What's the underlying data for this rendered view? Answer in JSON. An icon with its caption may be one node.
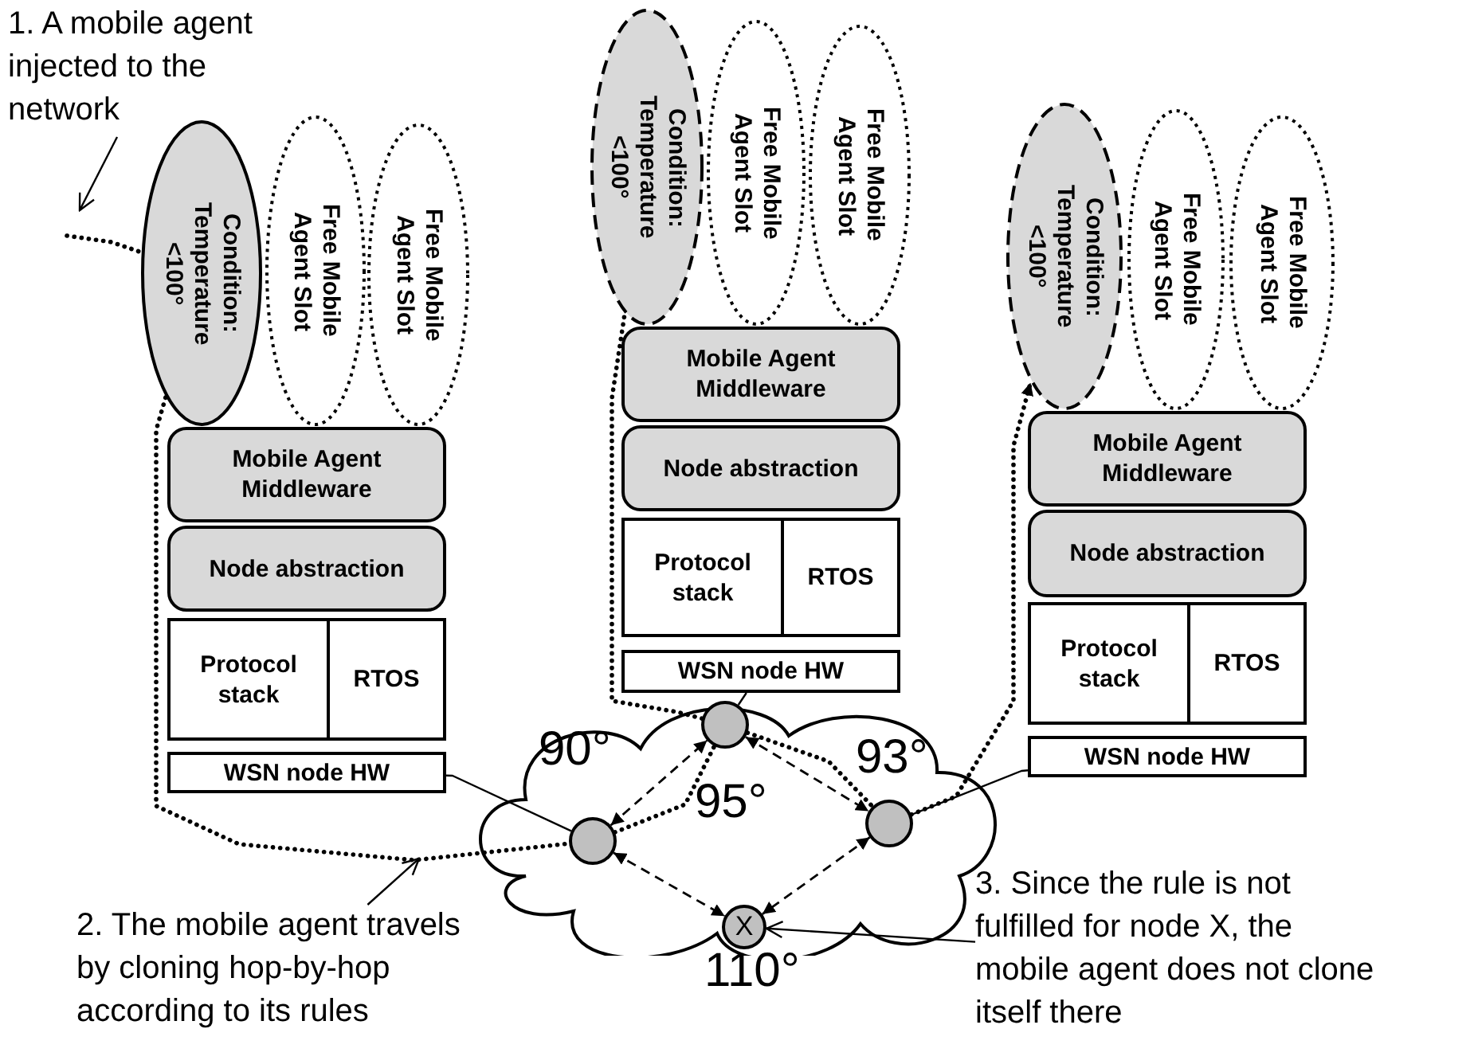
{
  "diagram": {
    "nodes": [
      {
        "text": [
          "Condition: Temperature <100°"
        ]
      },
      {
        "text": [
          "Free Mobile Agent Slot"
        ]
      },
      {
        "text": [
          "Free Mobile Agent Slot"
        ]
      },
      {
        "text": [
          "Mobile Agent Middleware"
        ]
      },
      {
        "text": [
          "Node abstraction"
        ]
      },
      {
        "text": [
          "Protocol stack"
        ]
      },
      {
        "text": [
          "RTOS"
        ]
      },
      {
        "text": [
          "WSN node HW"
        ]
      },
      {
        "text": [
          "Condition: Temperature <100°"
        ]
      },
      {
        "text": [
          "Free Mobile Agent Slot"
        ]
      },
      {
        "text": [
          "Free Mobile Agent Slot"
        ]
      },
      {
        "text": [
          "Mobile Agent Middleware"
        ]
      },
      {
        "text": [
          "Node abstraction"
        ]
      },
      {
        "text": [
          "Protocol stack"
        ]
      },
      {
        "text": [
          "RTOS"
        ]
      },
      {
        "text": [
          "WSN node HW"
        ]
      },
      {
        "text": [
          "Condition: Temperature <100°"
        ]
      },
      {
        "text": [
          "Free Mobile Agent Slot"
        ]
      },
      {
        "text": [
          "Free Mobile Agent Slot"
        ]
      },
      {
        "text": [
          "Mobile Agent Middleware"
        ]
      },
      {
        "text": [
          "Node abstraction"
        ]
      },
      {
        "text": [
          "Protocol stack"
        ]
      },
      {
        "text": [
          "RTOS"
        ]
      },
      {
        "text": [
          "WSN node HW"
        ]
      },
      {
        "text": [],
        "shape": "cloud"
      },
      {
        "text": [],
        "shape": "circle",
        "in": 24,
        "beside": [
          "90°"
        ]
      },
      {
        "text": [],
        "shape": "circle",
        "in": 24,
        "beside": [
          "95°"
        ]
      },
      {
        "text": [],
        "shape": "circle",
        "in": 24,
        "beside": [
          "93°"
        ]
      },
      {
        "text": [
          "X"
        ],
        "in": 24,
        "beside": [
          "110°"
        ]
      },
      {
        "text": [
          "1. A mobile agent injected to the network"
        ]
      },
      {
        "text": [
          "2. The mobile agent travels by cloning hop-by-hop according to its rules"
        ]
      },
      {
        "text": [
          "3. Since the rule is not fulfilled for node X, the mobile agent does not clone itself there"
        ]
      }
    ],
    "edges": [
      {
        "from": 29,
        "to": null,
        "arrow": "to"
      },
      {
        "from": 30,
        "to": null,
        "arrow": "to"
      },
      {
        "from": 31,
        "to": 28,
        "arrow": "to"
      },
      {
        "from": 7,
        "to": 25,
        "arrow": "none"
      },
      {
        "from": 15,
        "to": 26,
        "arrow": "none"
      },
      {
        "from": 23,
        "to": 27,
        "arrow": "none"
      },
      {
        "from": 25,
        "to": 26,
        "arrow": "both",
        "style": "dashed"
      },
      {
        "from": 26,
        "to": 27,
        "arrow": "both",
        "style": "dashed"
      },
      {
        "from": 25,
        "to": 28,
        "arrow": "both",
        "style": "dashed"
      },
      {
        "from": 27,
        "to": 28,
        "arrow": "both",
        "style": "dashed"
      },
      {
        "from": null,
        "to": 0,
        "arrow": "none",
        "style": "dashed"
      },
      {
        "from": 0,
        "to": 25,
        "arrow": "none",
        "style": "dashed"
      },
      {
        "from": 25,
        "to": 26,
        "arrow": "none",
        "style": "dashed"
      },
      {
        "from": 26,
        "to": 8,
        "arrow": "none",
        "style": "dashed"
      },
      {
        "from": 26,
        "to": 27,
        "arrow": "none",
        "style": "dashed"
      },
      {
        "from": 27,
        "to": 16,
        "arrow": "to",
        "style": "dashed"
      }
    ]
  }
}
